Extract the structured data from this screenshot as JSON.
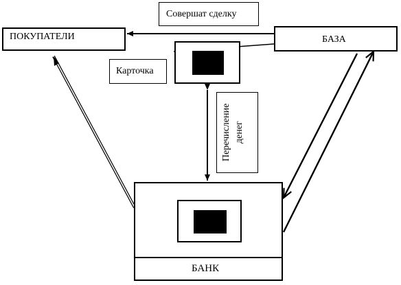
{
  "diagram": {
    "nodes": {
      "buyers": {
        "label": "ПОКУПАТЕЛИ"
      },
      "base": {
        "label": "БАЗА"
      },
      "bank": {
        "label": "БАНК"
      },
      "card_device": {
        "label": ""
      }
    },
    "labels": {
      "deal": "Совершат сделку",
      "card": "Карточка",
      "transfer": "Перечисление денег"
    }
  }
}
